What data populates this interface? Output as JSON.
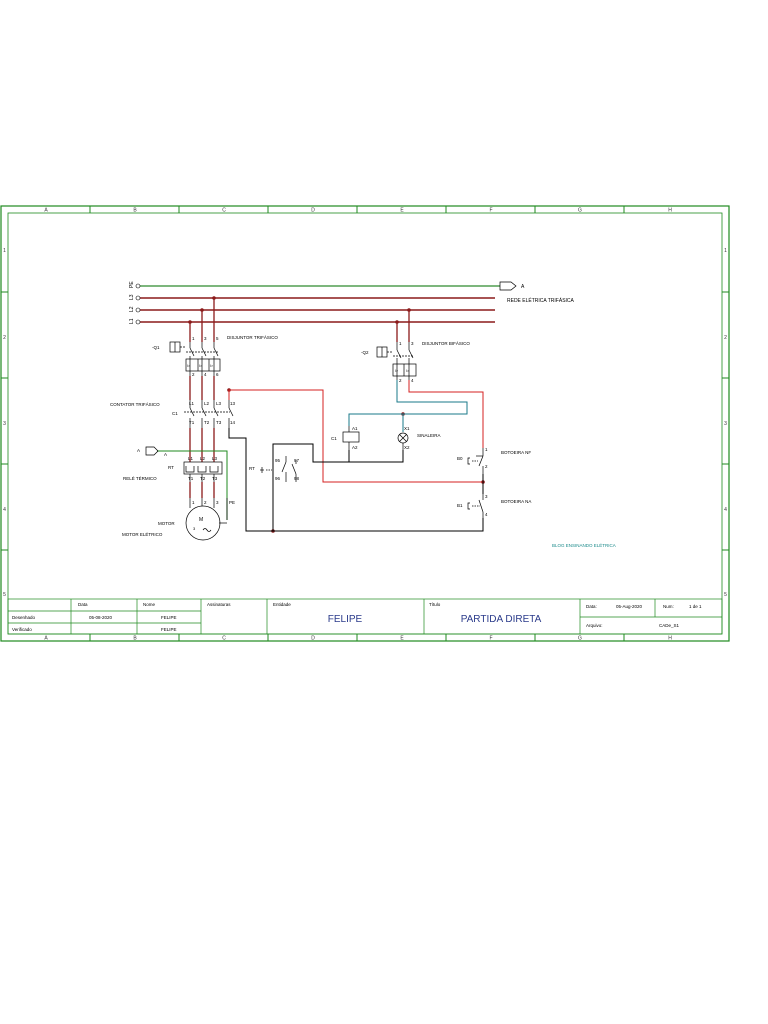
{
  "colors": {
    "frame": "#1f8a1f",
    "phase": "#8b1a1a",
    "neutral_line": "#2e8b2e",
    "control_red": "#d42020",
    "control_teal": "#1a7a8a",
    "wire_black": "#000000",
    "footer_teal": "#1a8a8a"
  },
  "border": {
    "columns": [
      "A",
      "B",
      "C",
      "D",
      "E",
      "F",
      "G",
      "H"
    ],
    "rows": [
      "1",
      "2",
      "3",
      "4",
      "5"
    ]
  },
  "labels": {
    "line_pe": "PE",
    "line_l3": "L3",
    "line_l2": "L2",
    "line_l1": "L1",
    "connector_a": "A",
    "rede": "REDE ELÉTRICA TRIFÁSICA",
    "q1": "-Q1",
    "q1_p1": "1",
    "q1_p3": "3",
    "q1_p5": "5",
    "q1_p2": "2",
    "q1_p4": "4",
    "q1_p6": "6",
    "q1_i1": "I>",
    "q1_i2": "I>",
    "q1_i3": "I>",
    "disjuntor_tri": "DISJUNTOR TRIFÁSICO",
    "q2": "-Q2",
    "q2_p1": "1",
    "q2_p3": "3",
    "q2_p2": "2",
    "q2_p4": "4",
    "q2_i1": "I>",
    "q2_i2": "I>",
    "disjuntor_bi": "DISJUNTOR BIFÁSICO",
    "contator": "CONTATOR TRIFÁSICO",
    "c1": "C1",
    "k_l1": "L1",
    "k_l2": "L2",
    "k_l3": "L3",
    "k_13": "13",
    "k_t1": "T1",
    "k_t2": "T2",
    "k_t3": "T3",
    "k_14": "14",
    "a1": "A1",
    "a2": "A2",
    "c1_coil": "C1",
    "x1": "X1",
    "x2": "X2",
    "sinaleira": "SINALEIRA",
    "b0": "B0",
    "b0_1": "1",
    "b0_2": "2",
    "botoeira_nf": "BOTOEIRA NF",
    "b1": "B1",
    "b1_3": "3",
    "b1_4": "4",
    "botoeira_na": "BOTOEIRA NA",
    "conn_a_left": "A",
    "conn_a_left2": "A",
    "rt": "RT",
    "rt_l1": "L1",
    "rt_l2": "L2",
    "rt_l3": "L3",
    "rt_t1": "T1",
    "rt_t2": "T2",
    "rt_t3": "T3",
    "rele": "RELÉ TÉRMICO",
    "rt2": "RT",
    "c95": "95",
    "c97": "97",
    "c96": "96",
    "c98": "98",
    "m_1": "1",
    "m_2": "2",
    "m_3": "3",
    "m_pe": "PE",
    "m_letter": "M",
    "m_small3": "3",
    "motor": "MOTOR",
    "motor_eletrico": "MOTOR ELÉTRICO",
    "blog": "BLOG ENSINANDO ELÉTRICA"
  },
  "title_block": {
    "data_h": "Data",
    "nome_h": "Nome",
    "assinaturas_h": "Assinaturas",
    "entidade_h": "Entidade",
    "titulo_h": "Título",
    "desenhado": "Desenhado",
    "desenhado_data": "05-08-2020",
    "desenhado_nome": "FELIPE",
    "verificado": "Verificado",
    "verificado_nome": "FELIPE",
    "entidade": "FELIPE",
    "titulo": "PARTIDA DIRETA",
    "data_label": "Data:",
    "data_value": "05-Aug-2020",
    "num_label": "Num:",
    "num_value": "1 de 1",
    "arquivo_label": "Arquivo:",
    "arquivo_value": "CADe_S1"
  }
}
